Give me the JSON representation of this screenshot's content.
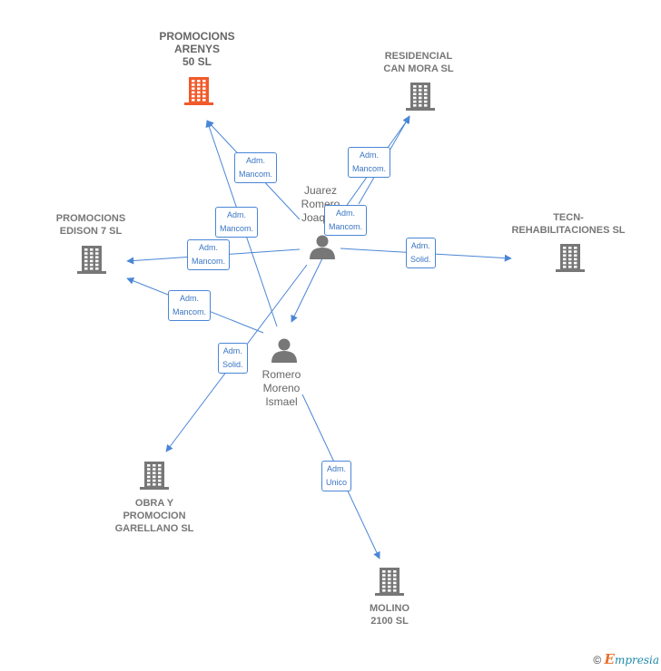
{
  "companies": [
    {
      "id": "arenys",
      "label": "PROMOCIONS\nARENYS\n50  SL",
      "focus": true,
      "color": "#f15a2a"
    },
    {
      "id": "canmora",
      "label": "RESIDENCIAL\nCAN MORA  SL",
      "focus": false,
      "color": "#777777"
    },
    {
      "id": "edison",
      "label": "PROMOCIONS\nEDISON 7  SL",
      "focus": false,
      "color": "#777777"
    },
    {
      "id": "tecn",
      "label": "TECN-\nREHABILITACIONES SL",
      "focus": false,
      "color": "#777777"
    },
    {
      "id": "garellano",
      "label": "OBRA Y\nPROMOCION\nGARELLANO SL",
      "focus": false,
      "color": "#777777"
    },
    {
      "id": "molino",
      "label": "MOLINO\n2100 SL",
      "focus": false,
      "color": "#777777"
    }
  ],
  "persons": [
    {
      "id": "juarez",
      "label": "Juarez\nRomero\nJoaquin"
    },
    {
      "id": "romero",
      "label": "Romero\nMoreno\nIsmael"
    }
  ],
  "roles": [
    {
      "id": "r1",
      "text": "Adm.\nMancom."
    },
    {
      "id": "r2",
      "text": "Adm.\nMancom."
    },
    {
      "id": "r3",
      "text": "Adm.\nMancom."
    },
    {
      "id": "r4",
      "text": "Adm.\nMancom."
    },
    {
      "id": "r5",
      "text": "Adm.\nMancom."
    },
    {
      "id": "r6",
      "text": "Adm.\nMancom."
    },
    {
      "id": "r7",
      "text": "Adm.\nSolid."
    },
    {
      "id": "r8",
      "text": "Adm.\nSolid."
    },
    {
      "id": "r9",
      "text": "Adm.\nUnico"
    }
  ],
  "colors": {
    "edge": "#4a86d6",
    "node": "#777777",
    "focus": "#f15a2a",
    "person": "#777777"
  },
  "footer": {
    "symbol": "©",
    "brand_initial": "E",
    "brand_rest": "mpresia"
  }
}
